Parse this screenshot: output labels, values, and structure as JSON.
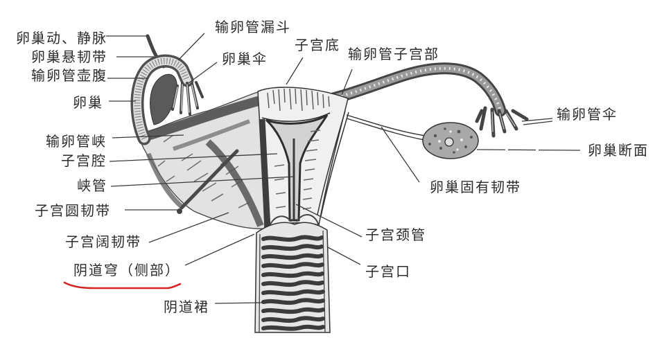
{
  "labels": {
    "left": [
      {
        "id": "ovarian_artery_vein",
        "text": "卵巢动、静脉"
      },
      {
        "id": "suspensory_ligament_of_ovary",
        "text": "卵巢悬韧带"
      },
      {
        "id": "ampulla_of_uterine_tube",
        "text": "输卵管壶腹"
      },
      {
        "id": "ovary",
        "text": "卵巢"
      },
      {
        "id": "isthmus_of_uterine_tube",
        "text": "输卵管峡"
      },
      {
        "id": "uterine_cavity",
        "text": "子宫腔"
      },
      {
        "id": "isthmus_canal",
        "text": "峡管"
      },
      {
        "id": "round_ligament_of_uterus",
        "text": "子宫圆韧带"
      },
      {
        "id": "broad_ligament_of_uterus",
        "text": "子宫阔韧带"
      },
      {
        "id": "vaginal_fornix_lateral",
        "text": "阴道穹（侧部）"
      },
      {
        "id": "vaginal_rugae",
        "text": "阴道裙"
      }
    ],
    "top": [
      {
        "id": "infundibulum_of_uterine_tube",
        "text": "输卵管漏斗"
      },
      {
        "id": "ovarian_fimbria",
        "text": "卵巢伞"
      },
      {
        "id": "fundus_of_uterus",
        "text": "子宫底"
      },
      {
        "id": "uterine_part_of_tube",
        "text": "输卵管子宫部"
      }
    ],
    "right": [
      {
        "id": "fimbriae_of_uterine_tube",
        "text": "输卵管伞"
      },
      {
        "id": "ovary_cross_section",
        "text": "卵巢断面"
      },
      {
        "id": "proper_ligament_of_ovary",
        "text": "卵巢固有韧带"
      },
      {
        "id": "cervical_canal",
        "text": "子宫颈管"
      },
      {
        "id": "external_os_of_uterus",
        "text": "子宫口"
      }
    ]
  },
  "annotations": {
    "underline": {
      "target": "阴道穹（侧部）",
      "color": "#d42424"
    }
  },
  "colors": {
    "ink": "#2b2b2b",
    "leader_line": "#3a3a3a",
    "highlight": "#d42424",
    "background": "#ffffff"
  }
}
